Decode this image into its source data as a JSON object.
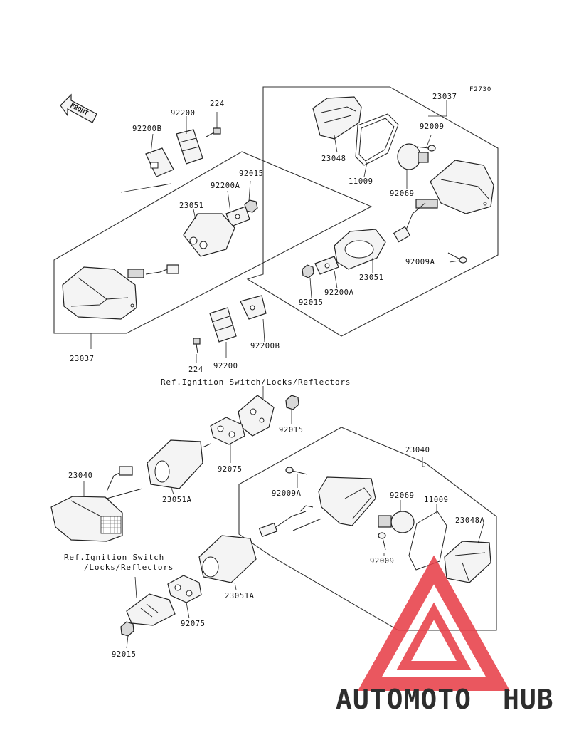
{
  "figure_code": "F2730",
  "front_label": "FRONT",
  "reference_text": "Ref.Ignition Switch/Locks/Reflectors",
  "reference_text_line1": "Ref.Ignition Switch",
  "reference_text_line2": "/Locks/Reflectors",
  "part_labels": {
    "p23037_top": "23037",
    "p23048": "23048",
    "p11009_top": "11009",
    "p92009_top": "92009",
    "p92069_top": "92069",
    "p92009A_top": "92009A",
    "p23051_right": "23051",
    "p92200A_right": "92200A",
    "p92015_right": "92015",
    "p92200B_right": "92200B",
    "p224_top": "224",
    "p92200_top": "92200",
    "p92200B_top": "92200B",
    "p92015_top": "92015",
    "p92200A_top": "92200A",
    "p23051_left": "23051",
    "p23037_left": "23037",
    "p224_bottom": "224",
    "p92200_bottom": "92200",
    "p92015_mid": "92015",
    "p92075_mid": "92075",
    "p23040_left": "23040",
    "p23051A_mid": "23051A",
    "p23040_right": "23040",
    "p92009A_bottom": "92009A",
    "p92069_bottom": "92069",
    "p11009_bottom": "11009",
    "p23048A": "23048A",
    "p92009_bottom": "92009",
    "p23051A_bottom": "23051A",
    "p92075_bottom": "92075",
    "p92015_bottom": "92015"
  },
  "watermark": {
    "part1": "AUTOMOTO",
    "part2": "HUB",
    "color1": "#f5a623",
    "color1b": "#e8604c",
    "color2": "#555555",
    "triangle_color": "#e8404a"
  }
}
